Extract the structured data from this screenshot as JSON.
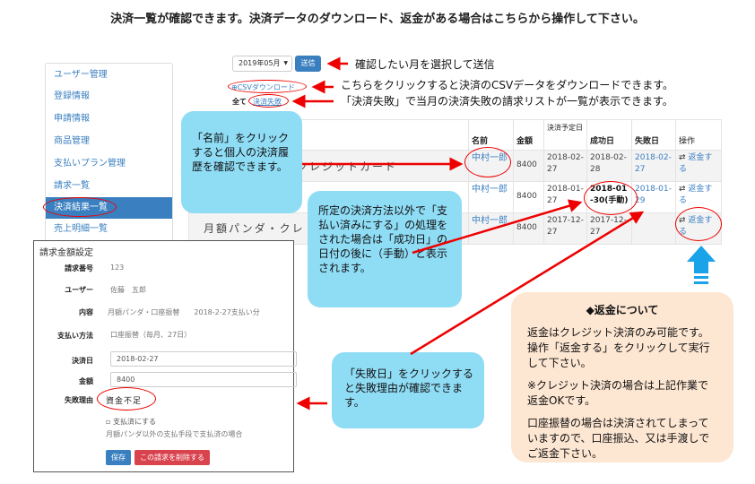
{
  "title": "決済一覧が確認できます。決済データのダウンロード、返金がある場合はこちらから操作して下さい。",
  "sidebar": {
    "items": [
      {
        "label": "ユーザー管理"
      },
      {
        "label": "登録情報"
      },
      {
        "label": "申請情報"
      },
      {
        "label": "商品管理"
      },
      {
        "label": "支払いプラン管理"
      },
      {
        "label": "請求一覧"
      },
      {
        "label": "決済結果一覧",
        "active": true
      },
      {
        "label": "売上明細一覧"
      }
    ]
  },
  "toolbar": {
    "month": "2019年05月",
    "send": "送信",
    "csv": "CSVダウンロード",
    "all": "全て",
    "failed": "決済失敗"
  },
  "notes": {
    "month": "確認したい月を選択して送信",
    "csv": "こちらをクリックすると決済のCSVデータをダウンロードできます。",
    "failed": "「決済失敗」で当月の決済失敗の請求リストが一覧が表示できます。"
  },
  "table": {
    "headers": [
      "名前",
      "金額",
      "決済予定日",
      "成功日",
      "失敗日",
      "操作"
    ],
    "rows": [
      {
        "item": "クレジットカード",
        "name": "中村一郎",
        "amount": "8400",
        "scheduled": "2018-02-27",
        "success": "2018-02-28",
        "failed": "2018-02-27",
        "action": "返金する"
      },
      {
        "item": "",
        "name": "中村一郎",
        "amount": "8400",
        "scheduled": "2018-01-27",
        "success": "2018-01-30(手動)",
        "failed": "2018-01-29",
        "action": "返金する"
      },
      {
        "item": "月額パンダ・クレ",
        "name": "中村一郎",
        "amount": "8400",
        "scheduled": "2017-12-27",
        "success": "2017-12-27",
        "failed": "",
        "action": "返金する"
      }
    ]
  },
  "bubbles": {
    "name": "「名前」をクリックすると個人の決済履歴を確認できます。",
    "manual": "所定の決済方法以外で「支払い済みにする」の処理をされた場合は「成功日」の日付の後に（手動）と表示されます。",
    "fail": "「失敗日」をクリックすると失敗理由が確認できます。"
  },
  "modal": {
    "title": "請求金額設定",
    "fields": [
      {
        "label": "請求番号",
        "value": "123"
      },
      {
        "label": "ユーザー",
        "value": "佐藤　五郎"
      },
      {
        "label": "内容",
        "value": "月額パンダ・口座振替　　2018-2-27支払い分"
      },
      {
        "label": "支払い方法",
        "value": "口座振替（毎月、27日）"
      }
    ],
    "date_label": "決済日",
    "date_value": "2018-02-27",
    "amount_label": "金額",
    "amount_value": "8400",
    "reason_label": "失敗理由",
    "reason_value": "資金不足",
    "paid_checkbox": "支払済にする",
    "paid_help": "月額パンダ以外の支払手段で支払済の場合",
    "save": "保存",
    "delete": "この請求を削除する"
  },
  "refund": {
    "heading": "◆返金について",
    "p1": "返金はクレジット決済のみ可能です。操作「返金する」をクリックして実行して下さい。",
    "p2": "※クレジット決済の場合は上記作業で返金OKです。",
    "p3": "口座振替の場合は決済されてしまっていますので、口座振込、又は手渡しでご返金下さい。"
  },
  "colors": {
    "accent": "#3a7fc0",
    "annotation": "#e00000",
    "bubble": "#8fdcf5",
    "refund_box": "#fde6d2",
    "delete": "#d9434e",
    "arrow_up": "#1aa3e8"
  }
}
